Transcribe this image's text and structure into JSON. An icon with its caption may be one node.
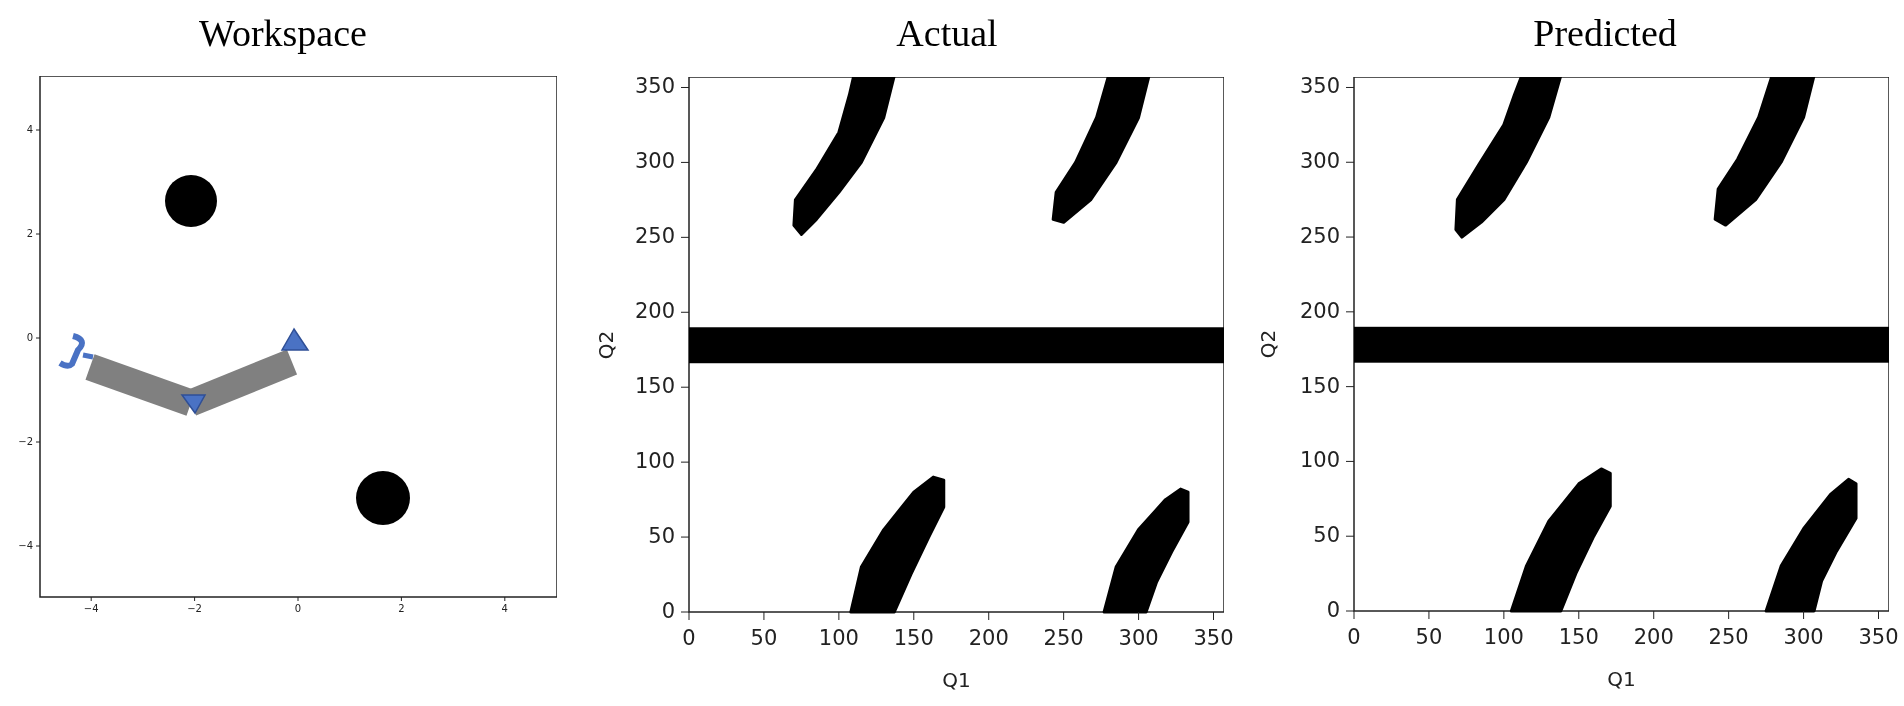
{
  "diagram": {
    "labels": [
      "Workspace",
      "Actual",
      "Predicted",
      "4",
      "2",
      "0",
      "−2",
      "−4",
      "−4",
      "−2",
      "0",
      "2",
      "4",
      "350",
      "300",
      "250",
      "200",
      "150",
      "100",
      "50",
      "0",
      "Q2",
      "0",
      "50",
      "100",
      "150",
      "200",
      "250",
      "300",
      "350",
      "Q1",
      "350",
      "300",
      "250",
      "200",
      "150",
      "100",
      "50",
      "0",
      "Q2",
      "0",
      "50",
      "100",
      "150",
      "200",
      "250",
      "300",
      "350",
      "Q1"
    ]
  }
}
